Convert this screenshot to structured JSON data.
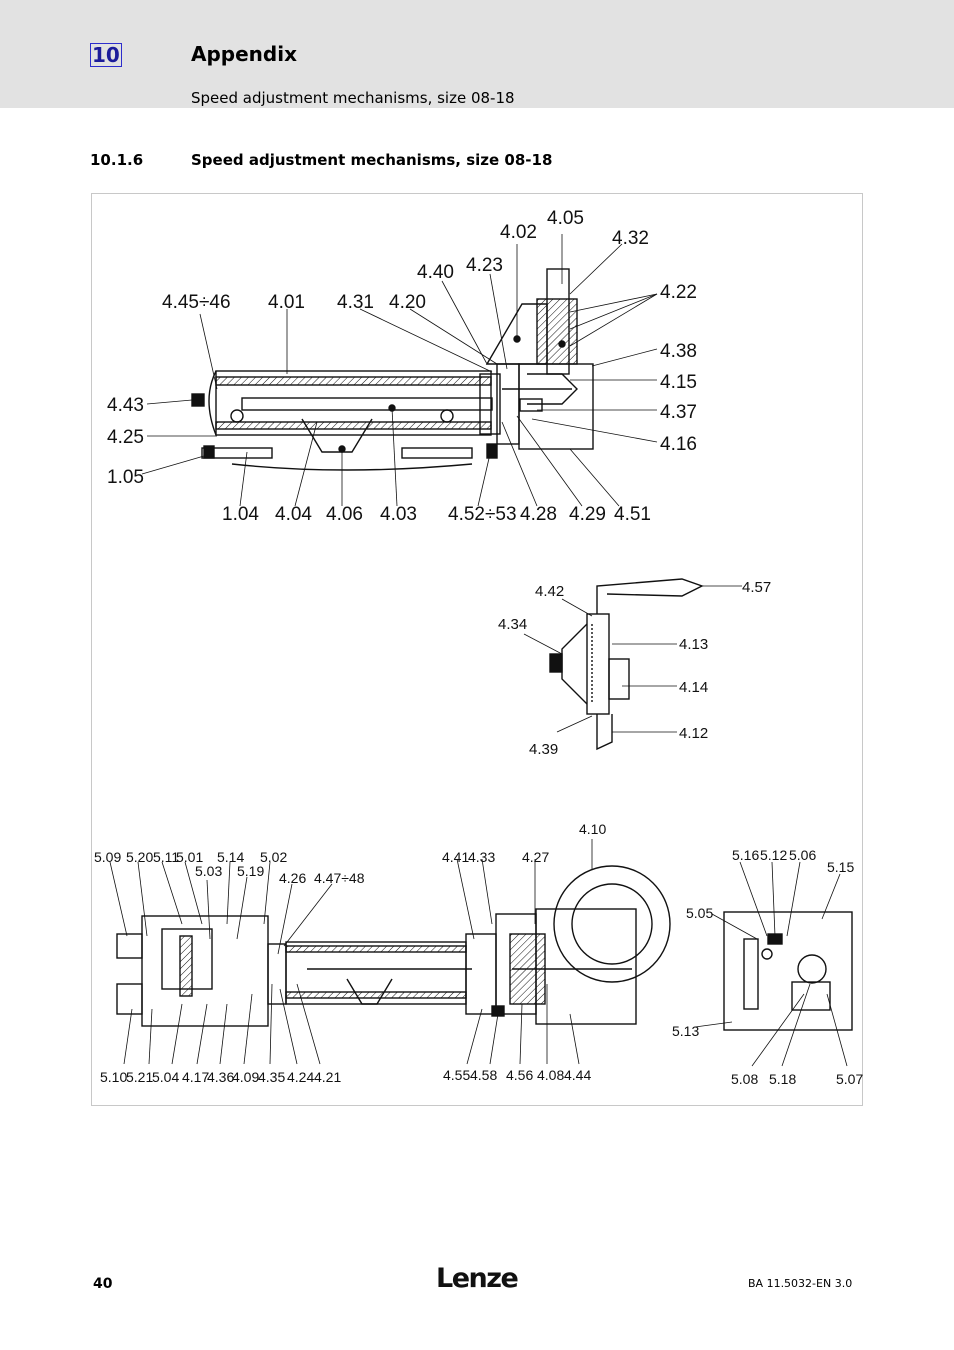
{
  "header": {
    "chapter_number": "10",
    "chapter_title": "Appendix",
    "subtitle": "Speed adjustment mechanisms, size 08-18"
  },
  "section": {
    "number": "10.1.6",
    "title": "Speed adjustment mechanisms, size 08-18"
  },
  "figure": {
    "top_labels": [
      "4.05",
      "4.02",
      "4.32",
      "4.23",
      "4.40",
      "4.22",
      "4.45÷46",
      "4.01",
      "4.31",
      "4.20",
      "4.38",
      "4.15",
      "4.43",
      "4.37",
      "4.25",
      "4.16",
      "1.05",
      "1.04",
      "4.04",
      "4.06",
      "4.03",
      "4.52÷53",
      "4.28",
      "4.29",
      "4.51"
    ],
    "handwheel_labels": [
      "4.42",
      "4.57",
      "4.34",
      "4.13",
      "4.14",
      "4.39",
      "4.12"
    ],
    "bottom_labels": [
      "4.10",
      "5.09",
      "5.20",
      "5.11",
      "5.01",
      "5.14",
      "5.02",
      "5.03",
      "5.19",
      "4.26",
      "4.47÷48",
      "4.41",
      "4.33",
      "4.27",
      "5.16",
      "5.12",
      "5.06",
      "5.15",
      "5.05",
      "5.13",
      "5.10",
      "5.21",
      "5.04",
      "4.17",
      "4.36",
      "4.09",
      "4.35",
      "4.24",
      "4.21",
      "4.55",
      "4.58",
      "4.56",
      "4.08",
      "4.44",
      "5.08",
      "5.18",
      "5.07"
    ]
  },
  "footer": {
    "page_number": "40",
    "logo_text": "Lenze",
    "doc_id": "BA 11.5032-EN   3.0"
  }
}
